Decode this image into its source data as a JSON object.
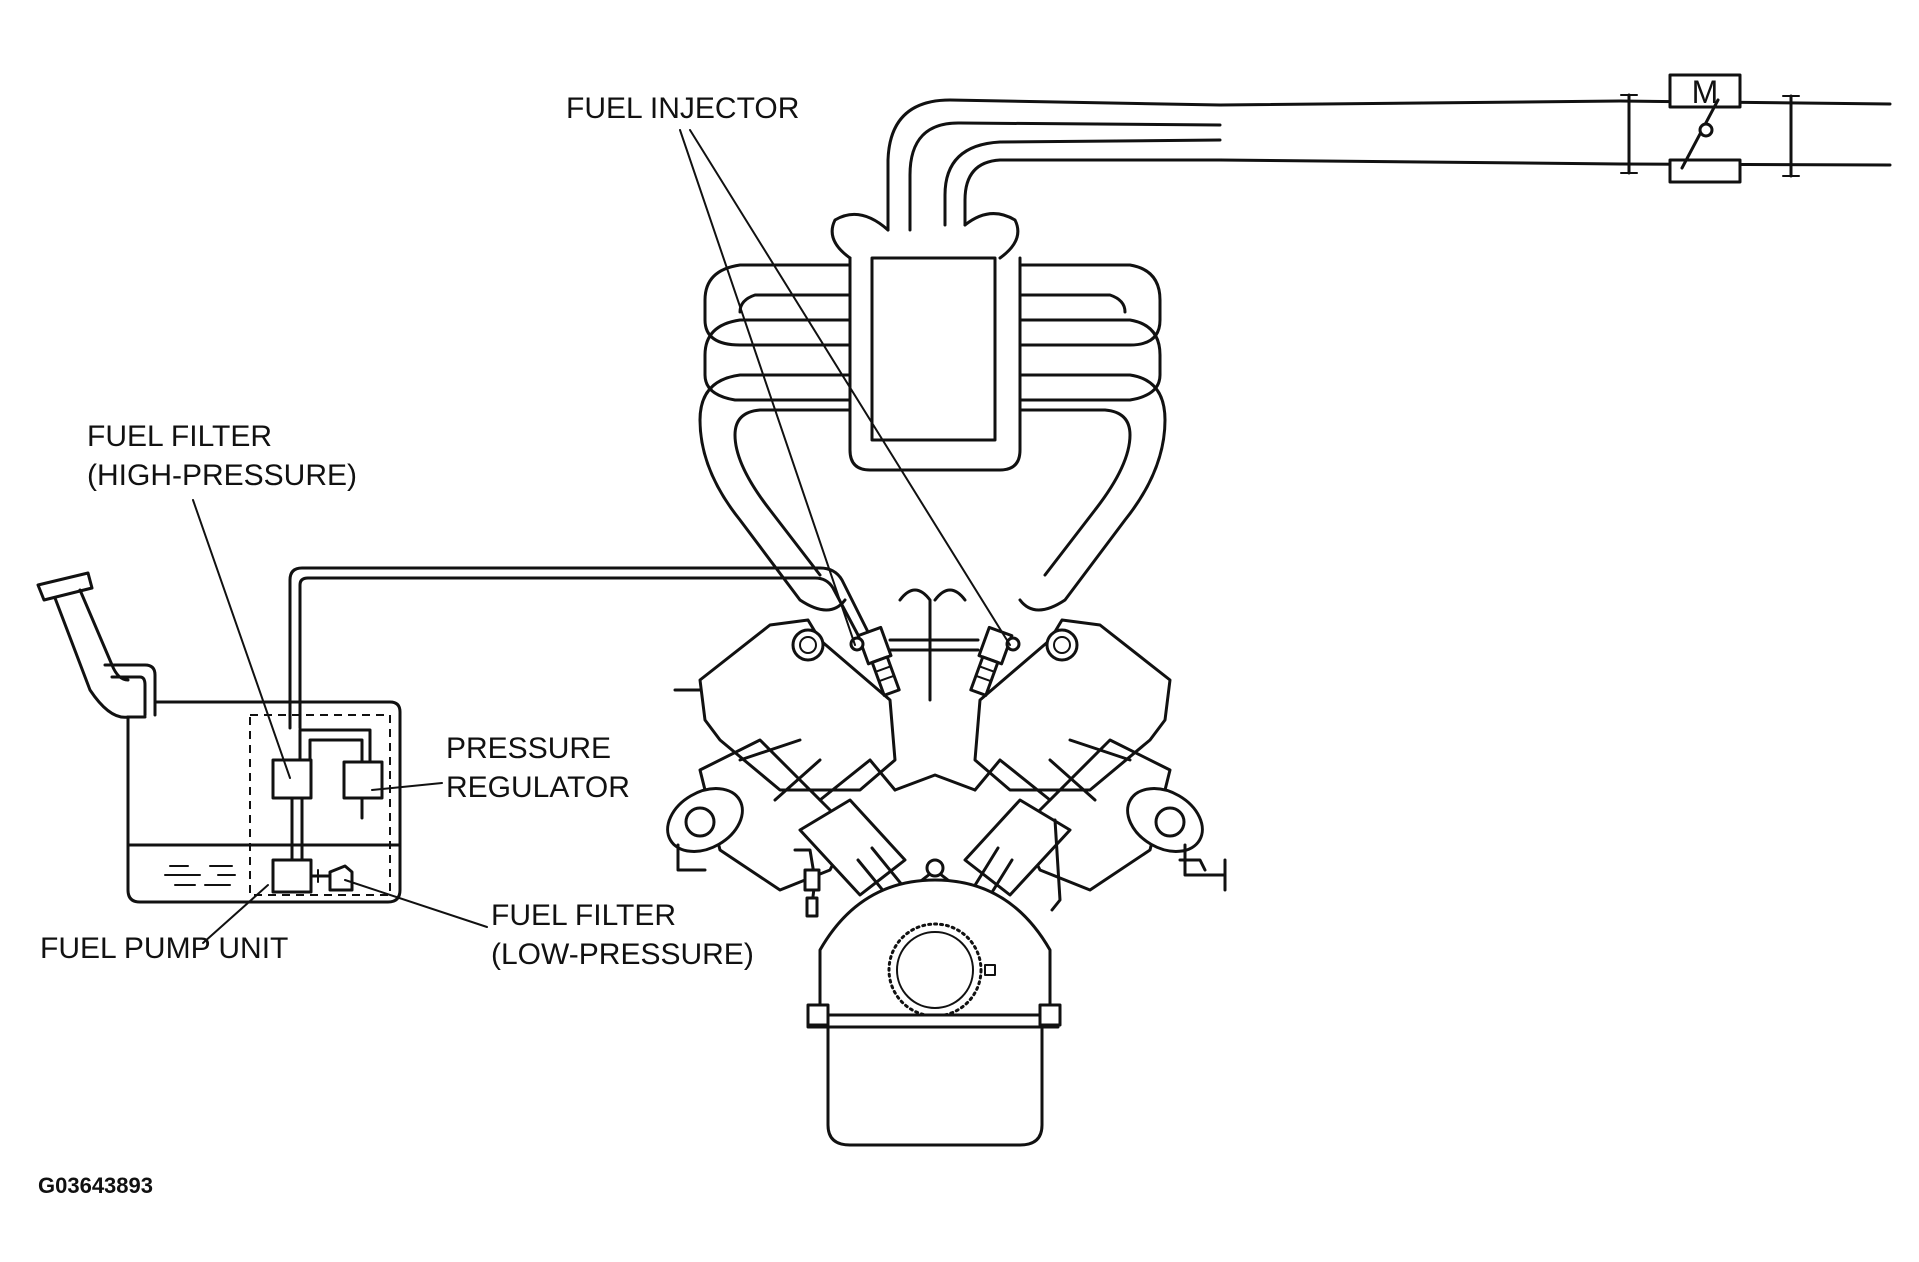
{
  "labels": {
    "fuel_injector": "FUEL INJECTOR",
    "fuel_filter_high_line1": "FUEL FILTER",
    "fuel_filter_high_line2": "(HIGH-PRESSURE)",
    "pressure_regulator_line1": "PRESSURE",
    "pressure_regulator_line2": "REGULATOR",
    "fuel_pump_unit": "FUEL PUMP UNIT",
    "fuel_filter_low_line1": "FUEL FILTER",
    "fuel_filter_low_line2": "(LOW-PRESSURE)",
    "motor": "M"
  },
  "figure_code": "G03643893"
}
